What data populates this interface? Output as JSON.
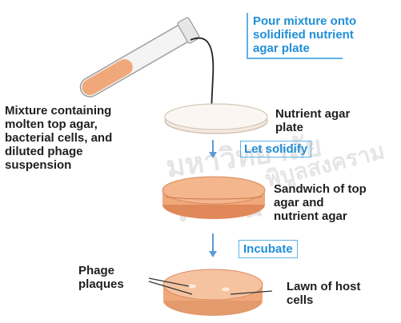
{
  "steps": {
    "pour": {
      "line1": "Pour mixture onto",
      "line2": "solidified nutrient",
      "line3": "agar plate"
    },
    "solidify": "Let solidify",
    "incubate": "Incubate"
  },
  "labels": {
    "mixture": [
      "Mixture containing",
      "molten top agar,",
      "bacterial cells, and",
      "diluted phage",
      "suspension"
    ],
    "nutrient_plate": [
      "Nutrient agar",
      "plate"
    ],
    "sandwich": [
      "Sandwich of top",
      "agar and",
      "nutrient agar"
    ],
    "phage_plaques": [
      "Phage",
      "plaques"
    ],
    "lawn": [
      "Lawn of host",
      "cells"
    ]
  },
  "watermark": {
    "text1": "มหาวิทยาลัยราชภัฏ",
    "text2": "พิบูลสงคราม"
  },
  "colors": {
    "step_text": "#1f8fd8",
    "step_border": "#5fb3e8",
    "agar": "#f0a87a",
    "agar_dark": "#e0885a",
    "dish": "#f3e9df",
    "arrow": "#5b9bd5"
  }
}
